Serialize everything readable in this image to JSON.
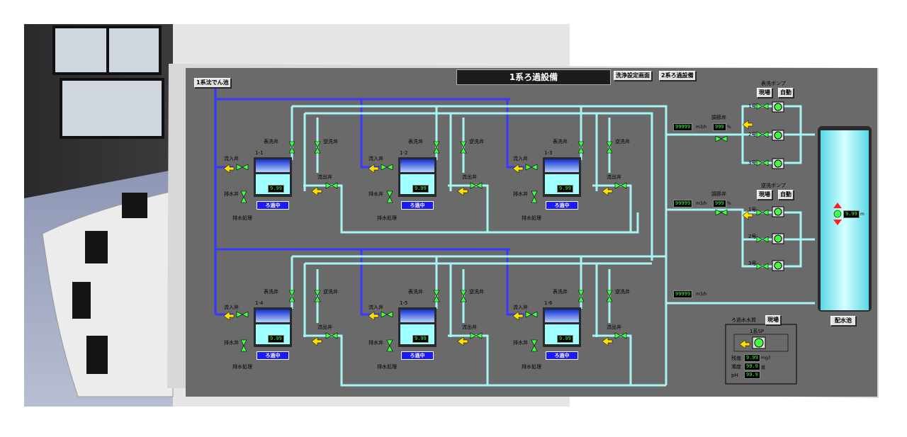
{
  "screen": {
    "title": "1系ろ過設備",
    "source_button": "1系沈でん池",
    "nav_buttons": [
      "洗浄設定画面",
      "2系ろ過設備"
    ],
    "output_button": "配水池",
    "level_value": "9.99",
    "level_unit": "m"
  },
  "filters": [
    {
      "id": "1-1",
      "level": "9.99",
      "status": "ろ過中"
    },
    {
      "id": "1-2",
      "level": "9.99",
      "status": "ろ過中"
    },
    {
      "id": "1-3",
      "level": "9.99",
      "status": "ろ過中"
    },
    {
      "id": "1-4",
      "level": "9.99",
      "status": "ろ過中"
    },
    {
      "id": "1-5",
      "level": "9.99",
      "status": "ろ過中"
    },
    {
      "id": "1-6",
      "level": "9.99",
      "status": "ろ過中"
    }
  ],
  "valve_labels": {
    "inlet": "流入弁",
    "surface_wash": "表洗弁",
    "backwash": "逆洗弁",
    "outflow": "流出弁",
    "drain": "排水弁",
    "drain_treat": "排水処理"
  },
  "flow_units": "m3/h",
  "pump_groups": [
    {
      "title": "表洗ポンプ",
      "flow": "99999",
      "control_label": "調節弁",
      "control_value": "999",
      "control_unit": "%",
      "mode_buttons": [
        "現場",
        "自動"
      ],
      "pumps": [
        "1号",
        "2号",
        "3号"
      ]
    },
    {
      "title": "逆洗ポンプ",
      "flow": "99999",
      "control_label": "調節弁",
      "control_value": "999",
      "control_unit": "%",
      "mode_buttons": [
        "現場",
        "自動"
      ],
      "pumps": [
        "1号",
        "2号",
        "3号"
      ]
    }
  ],
  "main_flow": "99999",
  "quality": {
    "title": "ろ過水水質",
    "mode_button": "現場",
    "pump_label": "1系SP",
    "rows": [
      {
        "label": "残塩",
        "value": "9.99",
        "unit": "mg/l"
      },
      {
        "label": "濁度",
        "value": "99.9",
        "unit": "度"
      },
      {
        "label": "pH",
        "value": "99.9",
        "unit": ""
      }
    ]
  },
  "colors": {
    "screen_bg": "#6a6a6a",
    "pipe_water": "#a8f4f4",
    "pipe_source": "#3838ff",
    "digit_text": "#3cff3c",
    "status_bg": "#1a1aff",
    "valve_open": "#40ff40"
  }
}
